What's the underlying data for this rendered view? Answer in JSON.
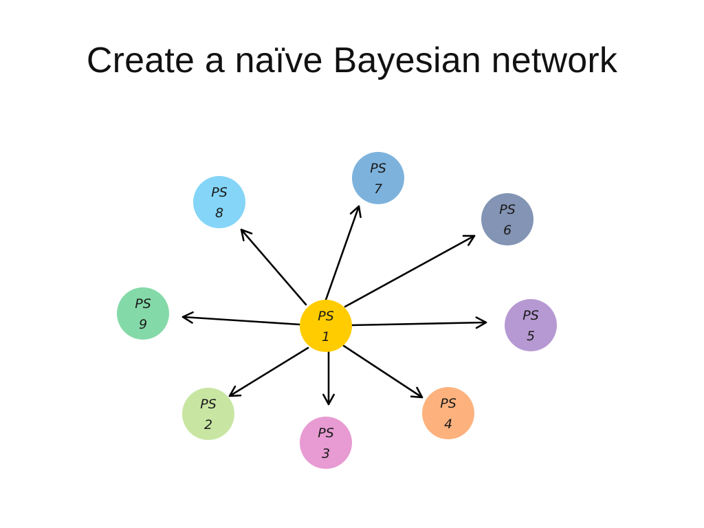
{
  "title": "Create a naïve Bayesian network",
  "arrow_color": "#000000",
  "nodes": [
    {
      "id": "ps1",
      "line1": "PS",
      "line2": "1",
      "color": "#FFCC00"
    },
    {
      "id": "ps2",
      "line1": "PS",
      "line2": "2",
      "color": "#C8E6A2"
    },
    {
      "id": "ps3",
      "line1": "PS",
      "line2": "3",
      "color": "#E79BD2"
    },
    {
      "id": "ps4",
      "line1": "PS",
      "line2": "4",
      "color": "#FDB27E"
    },
    {
      "id": "ps5",
      "line1": "PS",
      "line2": "5",
      "color": "#B699D2"
    },
    {
      "id": "ps6",
      "line1": "PS",
      "line2": "6",
      "color": "#8394B4"
    },
    {
      "id": "ps7",
      "line1": "PS",
      "line2": "7",
      "color": "#7DB2DC"
    },
    {
      "id": "ps8",
      "line1": "PS",
      "line2": "8",
      "color": "#84D5F7"
    },
    {
      "id": "ps9",
      "line1": "PS",
      "line2": "9",
      "color": "#84D9A8"
    }
  ],
  "edges": [
    {
      "from": "ps1",
      "to": "ps2"
    },
    {
      "from": "ps1",
      "to": "ps3"
    },
    {
      "from": "ps1",
      "to": "ps4"
    },
    {
      "from": "ps1",
      "to": "ps5"
    },
    {
      "from": "ps1",
      "to": "ps6"
    },
    {
      "from": "ps1",
      "to": "ps7"
    },
    {
      "from": "ps1",
      "to": "ps8"
    },
    {
      "from": "ps1",
      "to": "ps9"
    }
  ]
}
